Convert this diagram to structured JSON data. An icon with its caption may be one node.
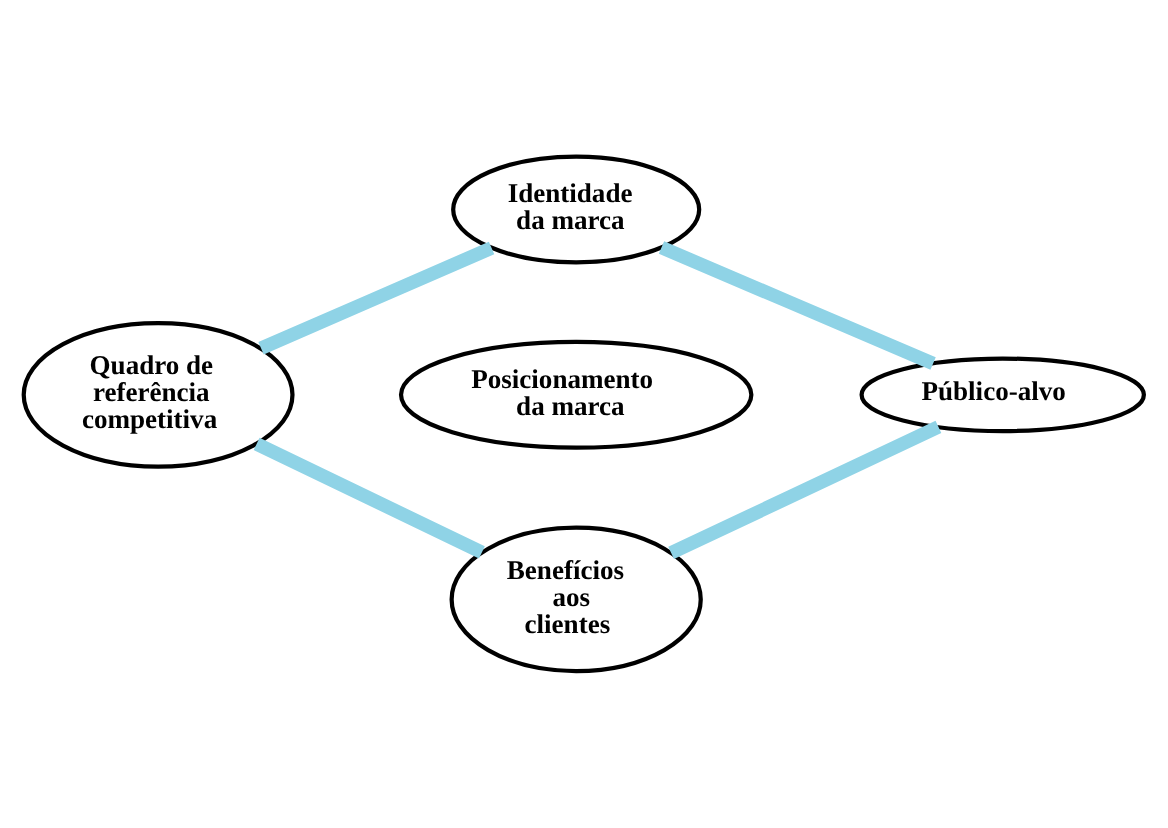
{
  "diagram": {
    "nodes": [
      {
        "text": [
          "Identidade da marca"
        ]
      },
      {
        "text": [
          "Quadro de referência competitiva"
        ]
      },
      {
        "text": [
          "Posicionamento da marca"
        ]
      },
      {
        "text": [
          "Público-alvo"
        ]
      },
      {
        "text": [
          "Benefícios aos clientes"
        ]
      }
    ],
    "edges": [
      {
        "from": 0,
        "to": 3,
        "arrow": "none"
      },
      {
        "from": 3,
        "to": 4,
        "arrow": "none"
      },
      {
        "from": 0,
        "to": 1,
        "arrow": "none"
      },
      {
        "from": 1,
        "to": 4,
        "arrow": "none"
      }
    ]
  }
}
